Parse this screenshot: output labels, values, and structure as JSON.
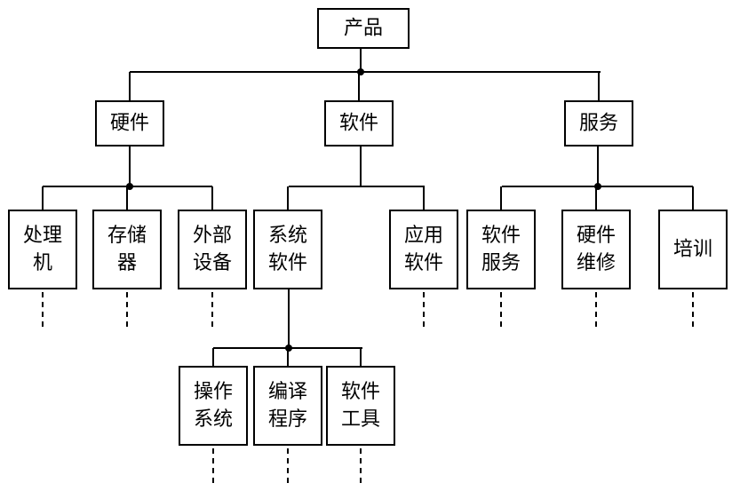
{
  "diagram": {
    "type": "tree",
    "root": "product",
    "nodes": [
      {
        "id": "product",
        "lines": [
          "产品"
        ],
        "parent": null,
        "continues": false
      },
      {
        "id": "hardware",
        "lines": [
          "硬件"
        ],
        "parent": "product",
        "continues": false
      },
      {
        "id": "software",
        "lines": [
          "软件"
        ],
        "parent": "product",
        "continues": false
      },
      {
        "id": "service",
        "lines": [
          "服务"
        ],
        "parent": "product",
        "continues": false
      },
      {
        "id": "processor",
        "lines": [
          "处理",
          "机"
        ],
        "parent": "hardware",
        "continues": true
      },
      {
        "id": "storage",
        "lines": [
          "存储",
          "器"
        ],
        "parent": "hardware",
        "continues": true
      },
      {
        "id": "peripheral",
        "lines": [
          "外部",
          "设备"
        ],
        "parent": "hardware",
        "continues": true
      },
      {
        "id": "system-software",
        "lines": [
          "系统",
          "软件"
        ],
        "parent": "software",
        "continues": false
      },
      {
        "id": "application-software",
        "lines": [
          "应用",
          "软件"
        ],
        "parent": "software",
        "continues": true
      },
      {
        "id": "software-service",
        "lines": [
          "软件",
          "服务"
        ],
        "parent": "service",
        "continues": true
      },
      {
        "id": "hardware-repair",
        "lines": [
          "硬件",
          "维修"
        ],
        "parent": "service",
        "continues": true
      },
      {
        "id": "training",
        "lines": [
          "培训"
        ],
        "parent": "service",
        "continues": true
      },
      {
        "id": "operating-system",
        "lines": [
          "操作",
          "系统"
        ],
        "parent": "system-software",
        "continues": true
      },
      {
        "id": "compiler",
        "lines": [
          "编译",
          "程序"
        ],
        "parent": "system-software",
        "continues": true
      },
      {
        "id": "software-tools",
        "lines": [
          "软件",
          "工具"
        ],
        "parent": "system-software",
        "continues": true
      }
    ]
  }
}
